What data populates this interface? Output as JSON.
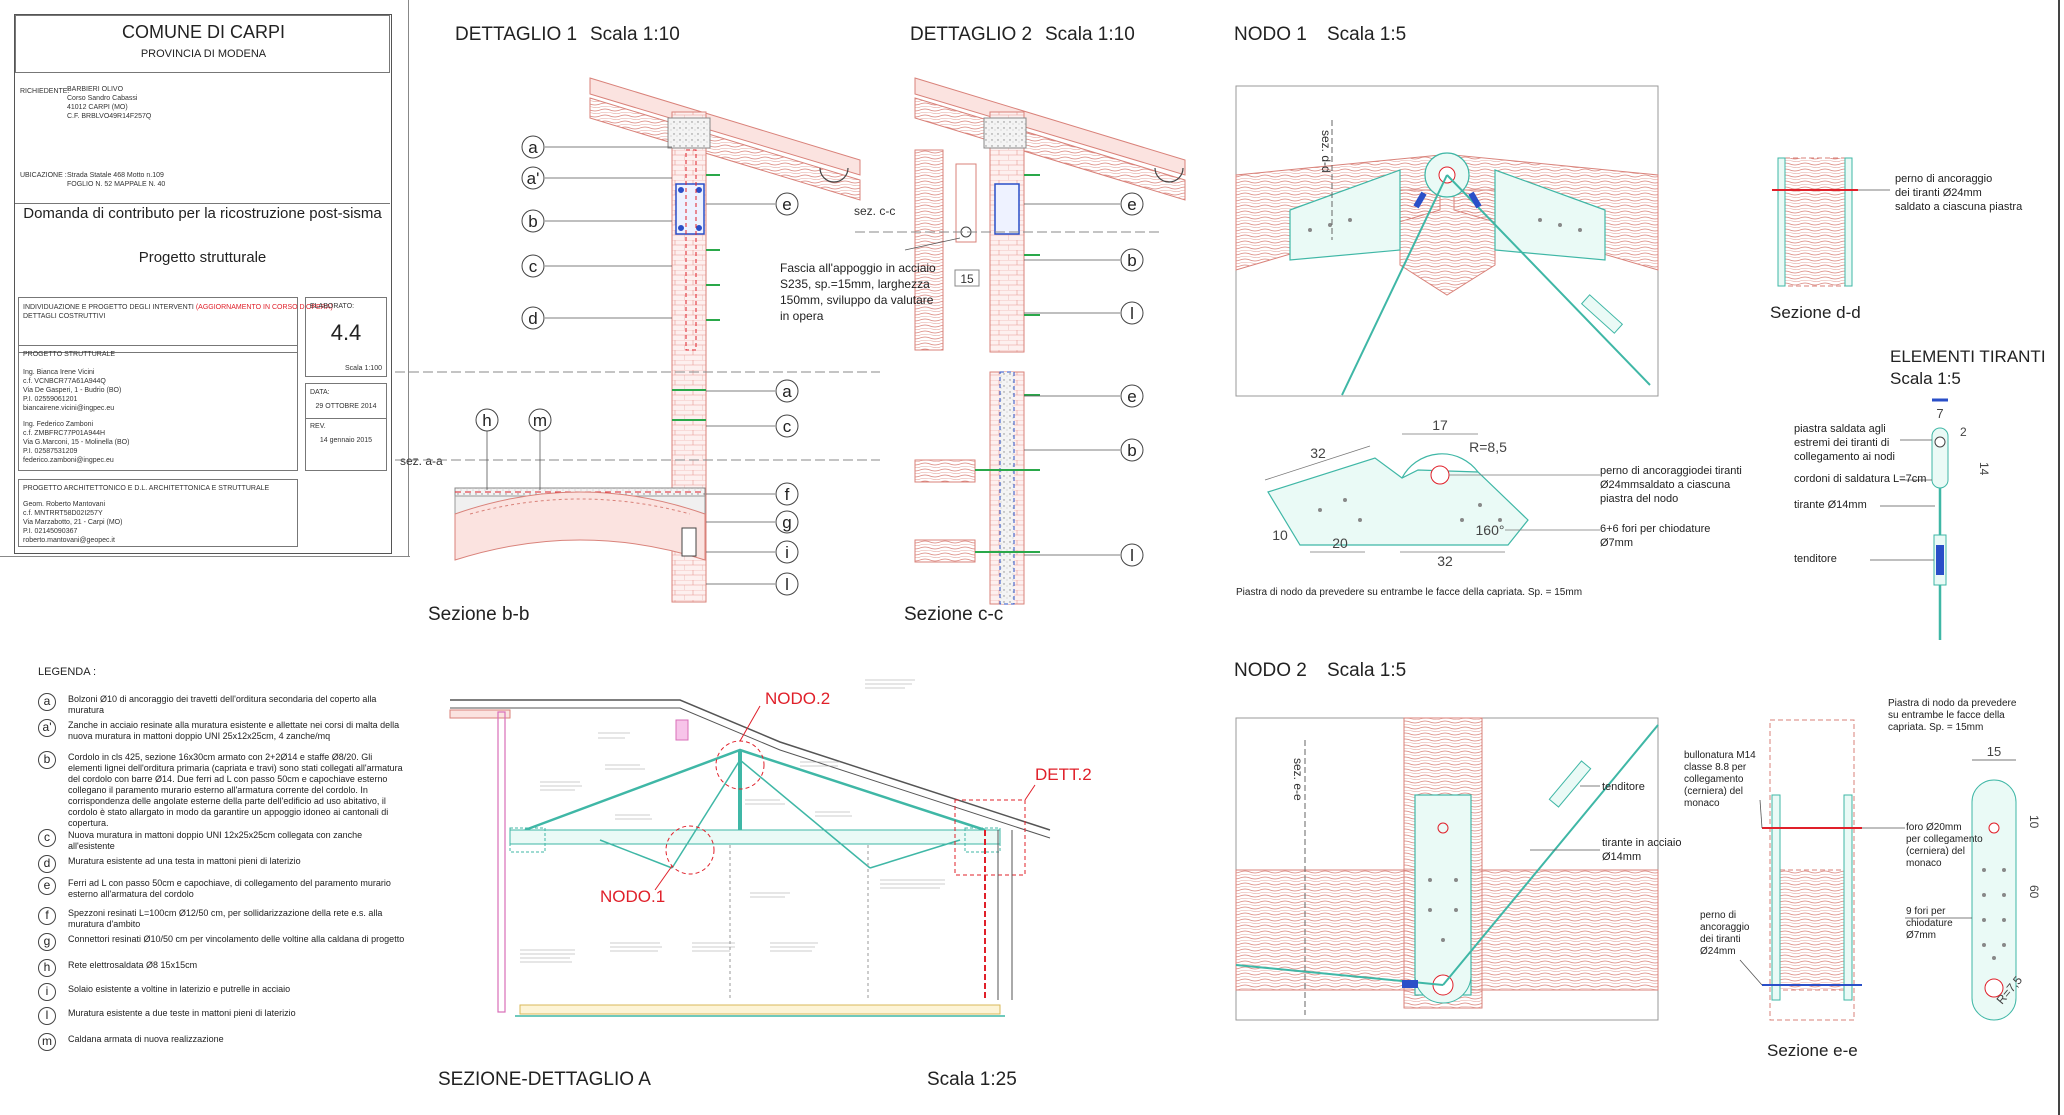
{
  "title_block": {
    "comune": "COMUNE DI CARPI",
    "provincia": "PROVINCIA DI MODENA",
    "richiedente_label": "RICHIEDENTE:",
    "richiedente": [
      "BARBIERI OLIVO",
      "Corso Sandro Cabassi",
      "41012 CARPI (MO)",
      "C.F. BRBLVO49R14F257Q"
    ],
    "ubicazione_label": "UBICAZIONE :",
    "ubicazione": [
      "Strada Statale 468 Motto n.109",
      "FOGLIO N. 52    MAPPALE N. 40"
    ],
    "domanda": "Domanda di contributo per la ricostruzione post-sisma",
    "progetto": "Progetto strutturale",
    "individuazione": "INDIVIDUAZIONE E PROGETTO DEGLI INTERVENTI",
    "aggiornamento": "(AGGIORNAMENTO IN CORSO D'OPERA)",
    "dettagli": "DETTAGLI COSTRUTTIVI",
    "elaborato_label": "ELABORATO:",
    "elaborato": "4.4",
    "scala": "Scala 1:100",
    "data_label": "DATA:",
    "data": "29 OTTOBRE 2014",
    "rev_label": "REV.",
    "rev": "14 gennaio 2015",
    "strutturale_label": "PROGETTO STRUTTURALE",
    "ing1": [
      "Ing. Bianca Irene Vicini",
      "c.f. VCNBCR77A61A944Q",
      "Via De Gasperi, 1 - Budrio (BO)",
      "P.I. 02559061201",
      "biancairene.vicini@ingpec.eu"
    ],
    "ing2": [
      "Ing. Federico Zamboni",
      "c.f. ZMBFRC77P01A944H",
      "Via G.Marconi, 15 - Molinella (BO)",
      "P.I. 02587531209",
      "federico.zamboni@ingpec.eu"
    ],
    "arch_label": "PROGETTO ARCHITETTONICO E D.L. ARCHITETTONICA E STRUTTURALE",
    "geom": [
      "Geom. Roberto Mantovani",
      "c.f. MNTRRT58D02I257Y",
      "Via Marzabotto, 21 - Carpi (MO)",
      "P.I. 02145090367",
      "roberto.mantovani@geopec.it"
    ]
  },
  "dettaglio1": {
    "title": "DETTAGLIO 1",
    "scale": "Scala 1:10",
    "caption": "Sezione b-b",
    "sez": "sez. a-a",
    "labels_top": [
      "a",
      "a'",
      "b",
      "c",
      "d"
    ],
    "label_e": "e",
    "labels_bottom": [
      "a",
      "c",
      "f",
      "g",
      "i",
      "l"
    ],
    "labels_hm": [
      "h",
      "m"
    ]
  },
  "dettaglio2": {
    "title": "DETTAGLIO 2",
    "scale": "Scala 1:10",
    "caption": "Sezione c-c",
    "sez": "sez. c-c",
    "dim": "15",
    "labels_top": [
      "e",
      "b",
      "l"
    ],
    "labels_bottom": [
      "e",
      "b",
      "l"
    ],
    "fascia": [
      "Fascia all'appoggio in acciaio",
      "S235, sp.=15mm, larghezza",
      "150mm, sviluppo da valutare",
      "in opera"
    ]
  },
  "nodo1": {
    "title": "NODO 1",
    "scale": "Scala 1:5",
    "sez": "sez. d-d",
    "dims": [
      "32",
      "17",
      "R=8,5",
      "10",
      "20",
      "32",
      "160°"
    ],
    "perno": [
      "perno di ancoraggiodei tiranti",
      "Ø24mmsaldato a ciascuna",
      "piastra del nodo"
    ],
    "fori": [
      "6+6 fori per chiodature",
      "Ø7mm"
    ],
    "piastra": "Piastra di nodo da prevedere su entrambe le facce della capriata. Sp. = 15mm"
  },
  "sezione_dd": {
    "caption": "Sezione d-d",
    "note": [
      "perno di ancoraggio",
      "dei tiranti Ø24mm",
      "saldato a ciascuna piastra"
    ]
  },
  "elementi_tiranti": {
    "title": "ELEMENTI TIRANTI",
    "scale": "Scala 1:5",
    "dims": [
      "7",
      "2",
      "14"
    ],
    "notes": [
      "piastra saldata agli",
      "estremi dei tiranti di",
      "collegamento ai nodi"
    ],
    "cordoni": "cordoni di saldatura L=7cm",
    "tirante": "tirante Ø14mm",
    "tenditore": "tenditore"
  },
  "nodo2": {
    "title": "NODO 2",
    "scale": "Scala 1:5",
    "sez": "sez. e-e",
    "tenditore": "tenditore",
    "tirante": [
      "tirante in acciaio",
      "Ø14mm"
    ]
  },
  "sezione_ee": {
    "caption": "Sezione e-e",
    "piastra": [
      "Piastra di nodo da prevedere",
      "su entrambe le facce della",
      "capriata. Sp. = 15mm"
    ],
    "bullonatura": [
      "bullonatura M14",
      "classe 8.8 per",
      "collegamento",
      "(cerniera) del",
      "monaco"
    ],
    "foro": [
      "foro Ø20mm",
      "per collegamento",
      "(cerniera) del",
      "monaco"
    ],
    "fori": [
      "9 fori per",
      "chiodature",
      "Ø7mm"
    ],
    "perno": [
      "perno di",
      "ancoraggio",
      "dei tiranti",
      "Ø24mm"
    ],
    "dims": [
      "15",
      "10",
      "60",
      "R=7,5"
    ]
  },
  "legenda": {
    "title": "LEGENDA :",
    "items": [
      {
        "k": "a",
        "t": "Bolzoni Ø10 di ancoraggio dei travetti dell'orditura secondaria del coperto alla muratura"
      },
      {
        "k": "a'",
        "t": "Zanche in acciaio resinate alla muratura esistente e allettate nei corsi di malta della nuova muratura in mattoni doppio UNI 25x12x25cm, 4 zanche/mq"
      },
      {
        "k": "b",
        "t": "Cordolo in cls 425, sezione 16x30cm armato con 2+2Ø14 e staffe Ø8/20. Gli elementi lignei dell'orditura primaria (capriata e travi) sono stati collegati all'armatura del cordolo con barre Ø14. Due ferri ad L con passo 50cm e capochiave esterno collegano il paramento murario esterno all'armatura corrente del cordolo. In corrispondenza delle angolate esterne della parte dell'edificio ad uso abitativo, il cordolo è stato allargato in modo da garantire un appoggio idoneo ai cantonali di copertura."
      },
      {
        "k": "c",
        "t": "Nuova muratura in mattoni doppio UNI 12x25x25cm collegata con zanche all'esistente"
      },
      {
        "k": "d",
        "t": "Muratura esistente ad una testa in mattoni pieni di laterizio"
      },
      {
        "k": "e",
        "t": "Ferri ad L con passo 50cm e capochiave, di collegamento del paramento murario esterno all'armatura del cordolo"
      },
      {
        "k": "f",
        "t": "Spezzoni resinati L=100cm Ø12/50 cm, per sollidarizzazione della rete e.s. alla muratura d'ambito"
      },
      {
        "k": "g",
        "t": "Connettori resinati Ø10/50 cm per vincolamento delle voltine alla caldana di progetto"
      },
      {
        "k": "h",
        "t": "Rete elettrosaldata Ø8 15x15cm"
      },
      {
        "k": "i",
        "t": "Solaio esistente a voltine in laterizio e putrelle in acciaio"
      },
      {
        "k": "l",
        "t": "Muratura esistente a due teste in mattoni pieni di laterizio"
      },
      {
        "k": "m",
        "t": "Caldana armata di nuova realizzazione"
      }
    ]
  },
  "sezione_a": {
    "title": "SEZIONE-DETTAGLIO A",
    "scale": "Scala 1:25",
    "nodo2": "NODO.2",
    "nodo1": "NODO.1",
    "dett2": "DETT.2"
  },
  "colors": {
    "red": "#e0202a",
    "wood": "#d9827a",
    "green": "#2aa84a",
    "teal": "#3fb7a6",
    "blue": "#2a4fc8",
    "line": "#444444"
  }
}
